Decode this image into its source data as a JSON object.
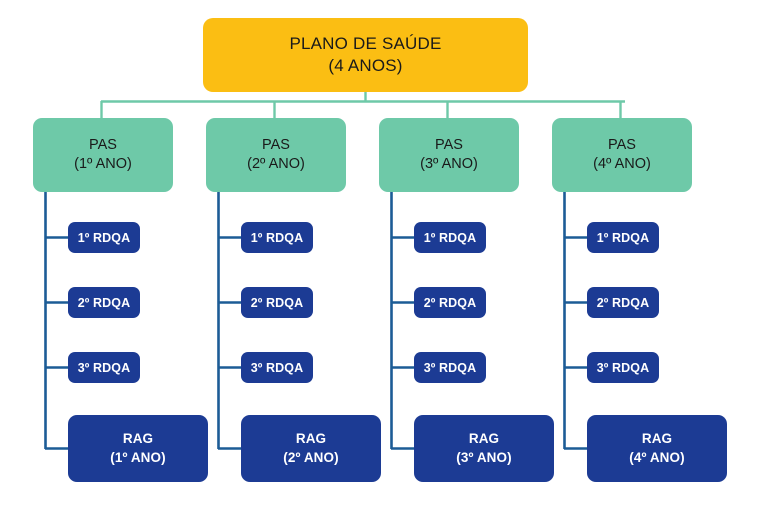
{
  "diagram": {
    "title": "PLANO DE SAÚDE",
    "colors": {
      "root_fill": "#FBBE13",
      "level1_fill": "#6EC9A8",
      "node_fill": "#1C3B94",
      "root_connector": "#6EC9A8",
      "branch_connector": "#1C5C96",
      "background": "#FFFFFF",
      "dark_text": "#1A1A1A",
      "light_text": "#FFFFFF"
    },
    "root": {
      "line1": "PLANO DE SAÚDE",
      "line2": "(4 ANOS)"
    },
    "columns": [
      {
        "pas": {
          "line1": "PAS",
          "line2": "(1º ANO)"
        },
        "reports": [
          {
            "label": "1º RDQA"
          },
          {
            "label": "2º RDQA"
          },
          {
            "label": "3º RDQA"
          }
        ],
        "rag": {
          "line1": "RAG",
          "line2": "(1º ANO)"
        }
      },
      {
        "pas": {
          "line1": "PAS",
          "line2": "(2º ANO)"
        },
        "reports": [
          {
            "label": "1º RDQA"
          },
          {
            "label": "2º RDQA"
          },
          {
            "label": "3º RDQA"
          }
        ],
        "rag": {
          "line1": "RAG",
          "line2": "(2º ANO)"
        }
      },
      {
        "pas": {
          "line1": "PAS",
          "line2": "(3º ANO)"
        },
        "reports": [
          {
            "label": "1º RDQA"
          },
          {
            "label": "2º RDQA"
          },
          {
            "label": "3º RDQA"
          }
        ],
        "rag": {
          "line1": "RAG",
          "line2": "(3º ANO)"
        }
      },
      {
        "pas": {
          "line1": "PAS",
          "line2": "(4º ANO)"
        },
        "reports": [
          {
            "label": "1º RDQA"
          },
          {
            "label": "2º RDQA"
          },
          {
            "label": "3º RDQA"
          }
        ],
        "rag": {
          "line1": "RAG",
          "line2": "(4º ANO)"
        }
      }
    ]
  }
}
